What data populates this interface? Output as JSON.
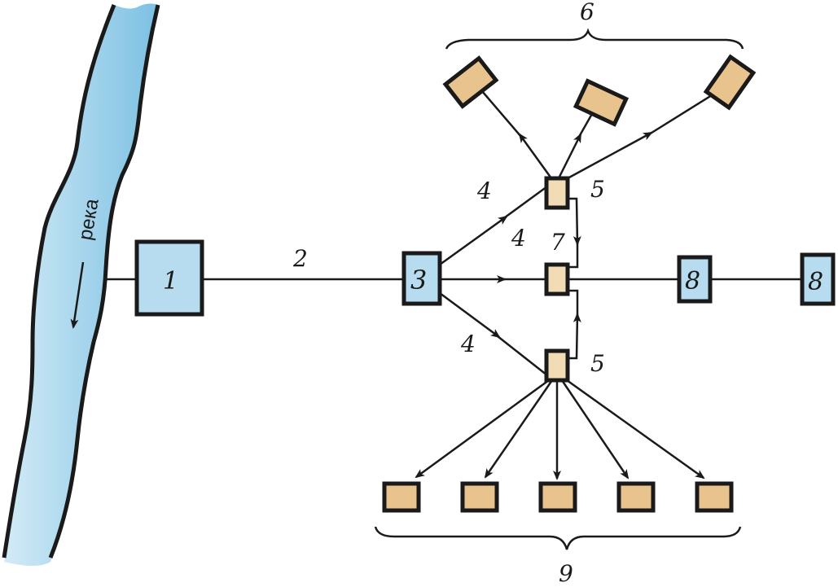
{
  "diagram": {
    "river": {
      "label": "река",
      "fill_light": "#c7e3f2",
      "fill_dark": "#7cc0e3"
    },
    "colors": {
      "blue_box": "#b8dcef",
      "tan_box": "#e8c38e",
      "light_tan_box": "#f2dcb6",
      "stroke": "#1a1a1a"
    },
    "nodes": {
      "intake": "1",
      "main_pipe": "2",
      "station": "3",
      "branch_top": "4",
      "branch_mid": "4",
      "branch_bottom": "4",
      "hub_top": "5",
      "hub_bottom": "5",
      "group_top": "6",
      "interconnect": "7",
      "end_a": "8",
      "end_b": "8",
      "group_bottom": "9"
    }
  }
}
